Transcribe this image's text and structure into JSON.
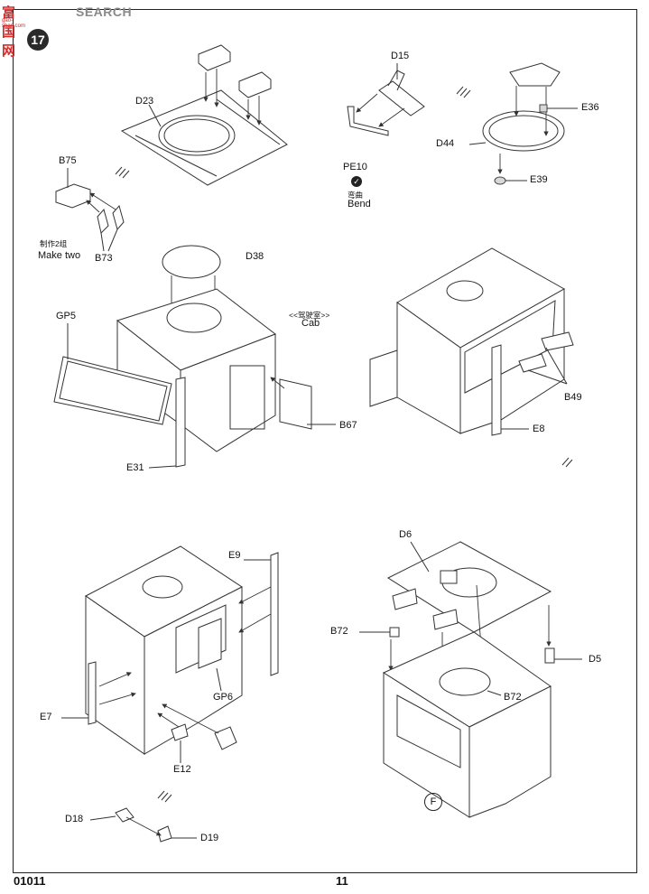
{
  "watermark": {
    "logo": "富国网",
    "url": "gao-shan.com",
    "search": "SEARCH"
  },
  "step_number": "17",
  "labels": {
    "D23": "D23",
    "D15": "D15",
    "PE10": "PE10",
    "bend_cn": "弯曲",
    "bend_en": "Bend",
    "D44": "D44",
    "E36": "E36",
    "E39": "E39",
    "B75": "B75",
    "make_two_cn": "制作2组",
    "make_two_en": "Make two",
    "B73": "B73",
    "D38": "D38",
    "cab_cn": "<<驾驶室>>",
    "cab_en": "Cab",
    "GP5": "GP5",
    "B67": "B67",
    "E31": "E31",
    "B49": "B49",
    "E8": "E8",
    "E9": "E9",
    "GP6": "GP6",
    "E7": "E7",
    "E12": "E12",
    "D18": "D18",
    "D19": "D19",
    "D6": "D6",
    "B72a": "B72",
    "B72b": "B72",
    "D5": "D5",
    "F": "F"
  },
  "footer": {
    "kit_number": "01011",
    "page_number": "11"
  }
}
